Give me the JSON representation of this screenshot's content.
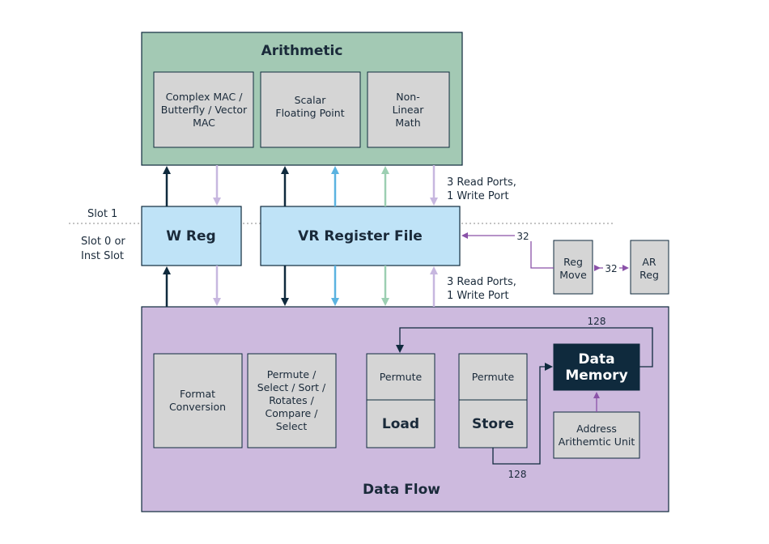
{
  "arithmetic": {
    "title": "Arithmetic",
    "unit1": [
      "Complex MAC /",
      "Butterfly / Vector",
      "MAC"
    ],
    "unit2": [
      "Scalar",
      "Floating Point"
    ],
    "unit3": [
      "Non-",
      "Linear",
      "Math"
    ]
  },
  "registers": {
    "wreg": "W Reg",
    "vr": "VR Register File",
    "reg_move": [
      "Reg",
      "Move"
    ],
    "ar_reg": [
      "AR",
      "Reg"
    ]
  },
  "ports": {
    "top": [
      "3 Read Ports,",
      "1 Write Port"
    ],
    "bottom": [
      "3 Read Ports,",
      "1 Write Port"
    ]
  },
  "slots": {
    "slot1": "Slot 1",
    "slot0": [
      "Slot 0 or",
      "Inst Slot"
    ]
  },
  "widths": {
    "vr_to_regmove": "32",
    "regmove_to_ar": "32",
    "memory_to_load": "128",
    "store_to_memory": "128"
  },
  "dataflow": {
    "title": "Data Flow",
    "format": [
      "Format",
      "Conversion"
    ],
    "permute_select": [
      "Permute /",
      "Select / Sort /",
      "Rotates /",
      "Compare /",
      "Select"
    ],
    "load_permute": "Permute",
    "load": "Load",
    "store_permute": "Permute",
    "store": "Store",
    "data_memory": [
      "Data",
      "Memory"
    ],
    "agu": [
      "Address",
      "Arithemtic Unit"
    ]
  },
  "colors": {
    "arithmetic_bg": "#a3c9b4",
    "register_bg": "#bfe3f7",
    "dataflow_bg": "#cdbade",
    "unit_bg": "#d5d5d5",
    "memory_bg": "#0f2a3d",
    "dark_arrow": "#0f2a3d",
    "lavender_arrow": "#c7b7df",
    "blue_arrow": "#5bb3e0",
    "green_arrow": "#9ccfb2",
    "purple_link": "#8a52a8"
  }
}
